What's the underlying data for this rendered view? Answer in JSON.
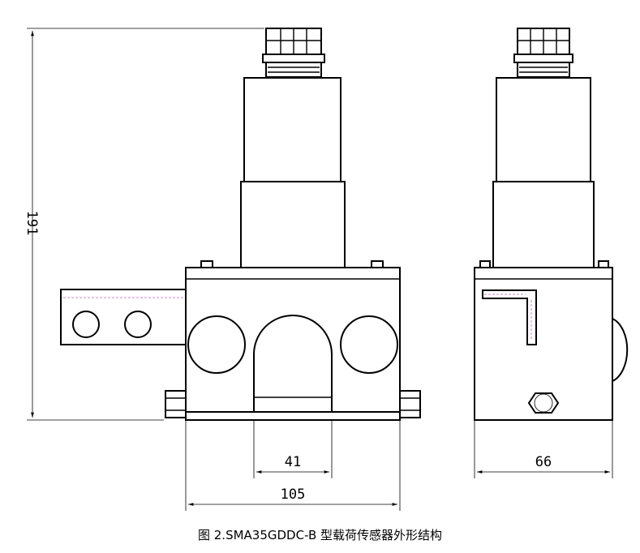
{
  "drawing": {
    "dimensions": {
      "height": "191",
      "slot_width": "41",
      "body_width": "105",
      "side_depth": "66"
    },
    "caption": "图 2.SMA35GDDC-B 型载荷传感器外形结构"
  }
}
